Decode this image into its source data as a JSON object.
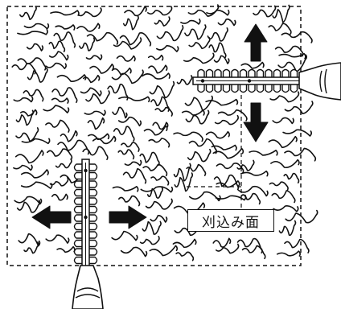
{
  "figure": {
    "cutting_surface_label": "刈込み面"
  },
  "icons": [
    "hedge-surface-texture",
    "hedge-trimmer-horizontal",
    "hedge-trimmer-vertical",
    "arrow-up-icon",
    "arrow-down-icon",
    "arrow-left-icon",
    "arrow-right-icon"
  ]
}
